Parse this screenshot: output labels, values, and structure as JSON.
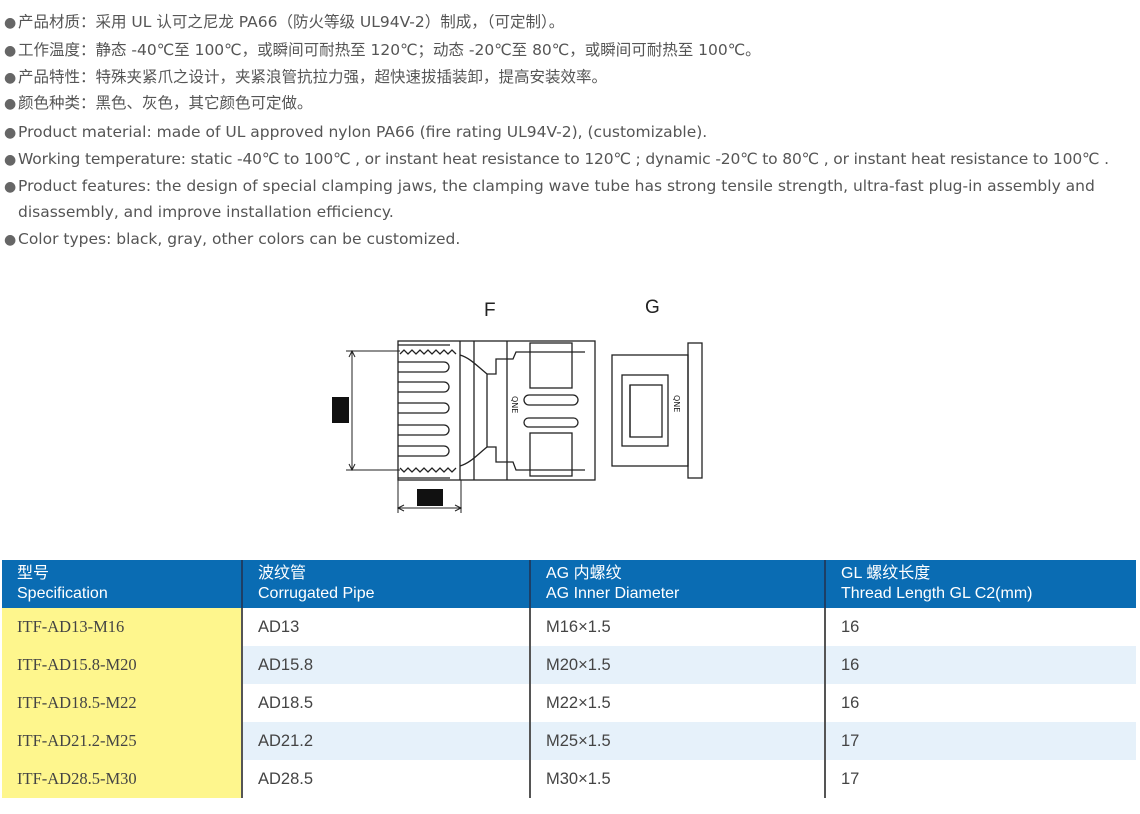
{
  "features": [
    "产品材质：采用 UL 认可之尼龙 PA66（防火等级 UL94V-2）制成，（可定制）。",
    "工作温度：静态 -40℃至 100℃，或瞬间可耐热至 120℃；动态 -20℃至 80℃，或瞬间可耐热至 100℃。",
    "产品特性：特殊夹紧爪之设计，夹紧浪管抗拉力强，超快速拔插装卸，提高安装效率。",
    "颜色种类：黑色、灰色，其它颜色可定做。",
    "Product material: made of UL approved nylon PA66 (fire rating UL94V-2), (customizable).",
    "Working temperature: static -40℃ to 100℃ , or instant heat resistance to 120℃ ; dynamic -20℃ to 80℃ , or instant heat resistance to 100℃ .",
    "Product features: the design of special clamping jaws, the clamping wave tube has strong tensile strength, ultra-fast plug-in assembly and",
    "disassembly, and improve installation efficiency.",
    "Color types: black, gray, other colors can be customized."
  ],
  "bullet": "●",
  "drawing": {
    "label_f": "F",
    "label_g": "G",
    "mark": "QNE"
  },
  "table": {
    "headers": [
      [
        "型号",
        "Specification"
      ],
      [
        "波纹管",
        "Corrugated Pipe"
      ],
      [
        "AG 内螺纹",
        "AG Inner Diameter"
      ],
      [
        "GL 螺纹长度",
        "Thread Length GL C2(mm)"
      ]
    ],
    "rows": [
      [
        "ITF-AD13-M16",
        "AD13",
        "M16×1.5",
        "16"
      ],
      [
        "ITF-AD15.8-M20",
        "AD15.8",
        "M20×1.5",
        "16"
      ],
      [
        "ITF-AD18.5-M22",
        "AD18.5",
        "M22×1.5",
        "16"
      ],
      [
        "ITF-AD21.2-M25",
        "AD21.2",
        "M25×1.5",
        "17"
      ],
      [
        "ITF-AD28.5-M30",
        "AD28.5",
        "M30×1.5",
        "17"
      ]
    ]
  },
  "colors": {
    "header": "#0a6cb3",
    "spec": "#fef68d",
    "alt": "#e6f1fa"
  }
}
